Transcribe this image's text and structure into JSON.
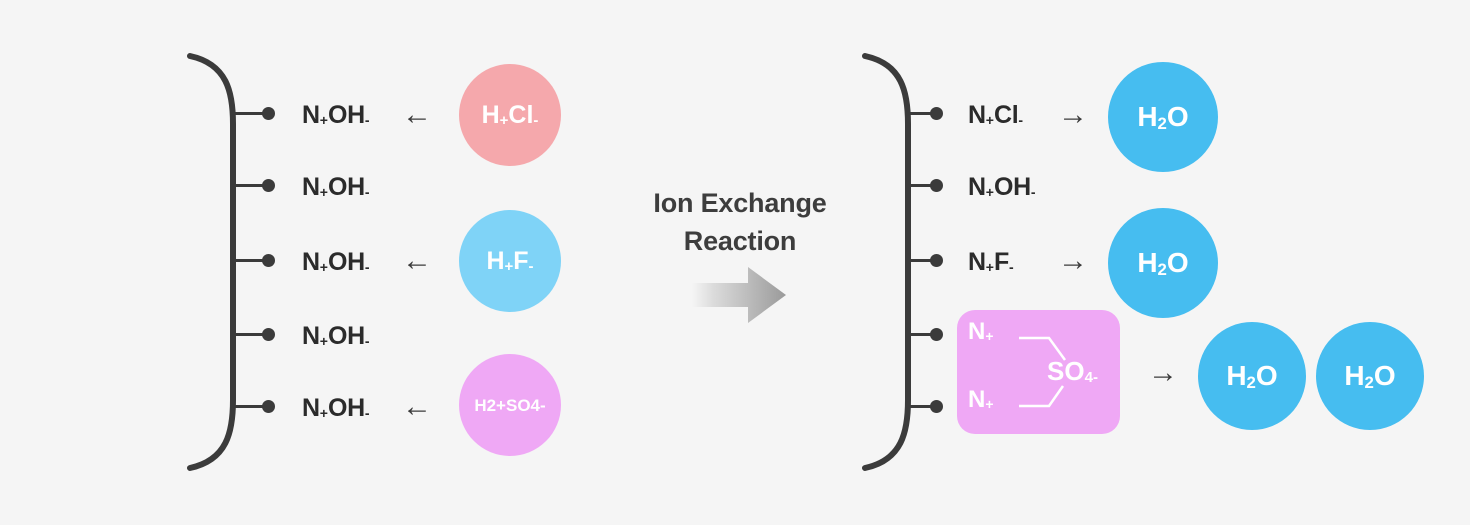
{
  "diagram": {
    "title": "Ion Exchange Reaction",
    "caption_line1": "Ion Exchange",
    "caption_line2": "Reaction",
    "background_color": "#f5f5f5",
    "ink_color": "#3b3b3b",
    "colors": {
      "pink": "#f5a8ac",
      "light_blue": "#7fd3f7",
      "water_blue": "#46bdf0",
      "violet": "#efa8f5",
      "ink": "#3b3b3b",
      "text": "#2b2b2b",
      "white": "#ffffff"
    }
  },
  "left": {
    "name": "before-exchange",
    "bracket_label": "resin-bracket-left",
    "sites": [
      {
        "ion": "N",
        "charge1": "+",
        "anion": "OH",
        "charge2": "-",
        "full": "N+OH-",
        "arrow": "←",
        "has_arrow": true
      },
      {
        "ion": "N",
        "charge1": "+",
        "anion": "OH",
        "charge2": "-",
        "full": "N+OH-",
        "arrow": "",
        "has_arrow": false
      },
      {
        "ion": "N",
        "charge1": "+",
        "anion": "OH",
        "charge2": "-",
        "full": "N+OH-",
        "arrow": "←",
        "has_arrow": true
      },
      {
        "ion": "N",
        "charge1": "+",
        "anion": "OH",
        "charge2": "-",
        "full": "N+OH-",
        "arrow": "",
        "has_arrow": false
      },
      {
        "ion": "N",
        "charge1": "+",
        "anion": "OH",
        "charge2": "-",
        "full": "N+OH-",
        "arrow": "←",
        "has_arrow": true
      }
    ],
    "molecules": [
      {
        "label": "H+Cl-",
        "color": "#f5a8ac",
        "name": "hydrochloric-acid-bubble",
        "font_size": 25
      },
      {
        "label": "H+F-",
        "color": "#7fd3f7",
        "name": "hydrofluoric-acid-bubble",
        "font_size": 25
      },
      {
        "label": "H2+SO4-",
        "color": "#efa8f5",
        "name": "sulfuric-acid-bubble",
        "font_size": 17
      }
    ]
  },
  "right": {
    "name": "after-exchange",
    "bracket_label": "resin-bracket-right",
    "sites": [
      {
        "full": "N+Cl-",
        "arrow": "→",
        "has_arrow": true
      },
      {
        "full": "N+OH-",
        "arrow": "",
        "has_arrow": false
      },
      {
        "full": "N+F-",
        "arrow": "→",
        "has_arrow": true
      }
    ],
    "sulfate": {
      "name": "sulfate-complex",
      "color": "#efa8f5",
      "cation_top": "N+",
      "cation_bottom": "N+",
      "anion": "SO4-",
      "arrow": "→"
    },
    "water_molecules": [
      {
        "label": "H2O",
        "color": "#46bdf0",
        "name": "water-bubble-1"
      },
      {
        "label": "H2O",
        "color": "#46bdf0",
        "name": "water-bubble-2"
      },
      {
        "label": "H2O",
        "color": "#46bdf0",
        "name": "water-bubble-3"
      },
      {
        "label": "H2O",
        "color": "#46bdf0",
        "name": "water-bubble-4"
      }
    ]
  },
  "center": {
    "arrow_name": "process-arrow",
    "arrow_direction": "right"
  }
}
